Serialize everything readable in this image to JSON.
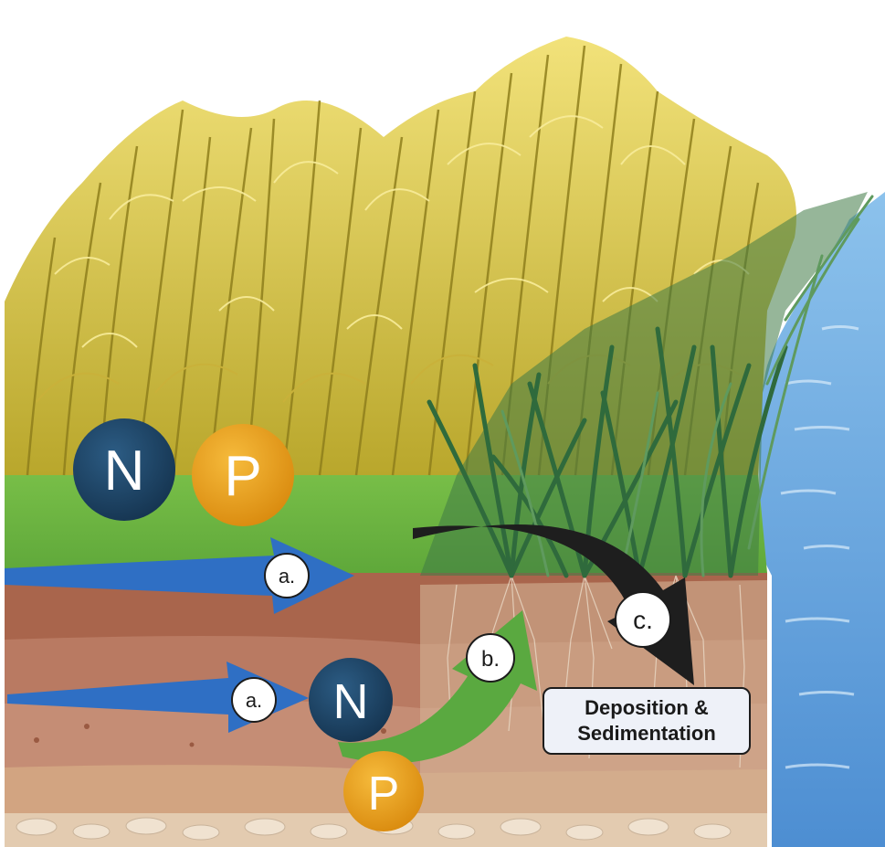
{
  "nutrients": {
    "nitrogen": "N",
    "phosphorus": "P"
  },
  "pathways": {
    "a": "a.",
    "b": "b.",
    "c": "c."
  },
  "deposition_box": {
    "line1": "Deposition &",
    "line2": "Sedimentation"
  },
  "colors": {
    "nitrogen_circle": "#1d4466",
    "phosphorus_circle": "#e8a019",
    "runoff_arrow": "#2f6fc4",
    "uptake_arrow": "#5aa940",
    "deposition_arrow": "#1e1e1e",
    "water": "#6aa9df",
    "grass_strip": "#4a7f4c",
    "crop": "#e6d256",
    "topsoil": "#b16e55",
    "subsoil": "#c8987a"
  },
  "icons": [
    "corn-crop-field",
    "grass-buffer-strip",
    "river-water",
    "soil-layers"
  ]
}
